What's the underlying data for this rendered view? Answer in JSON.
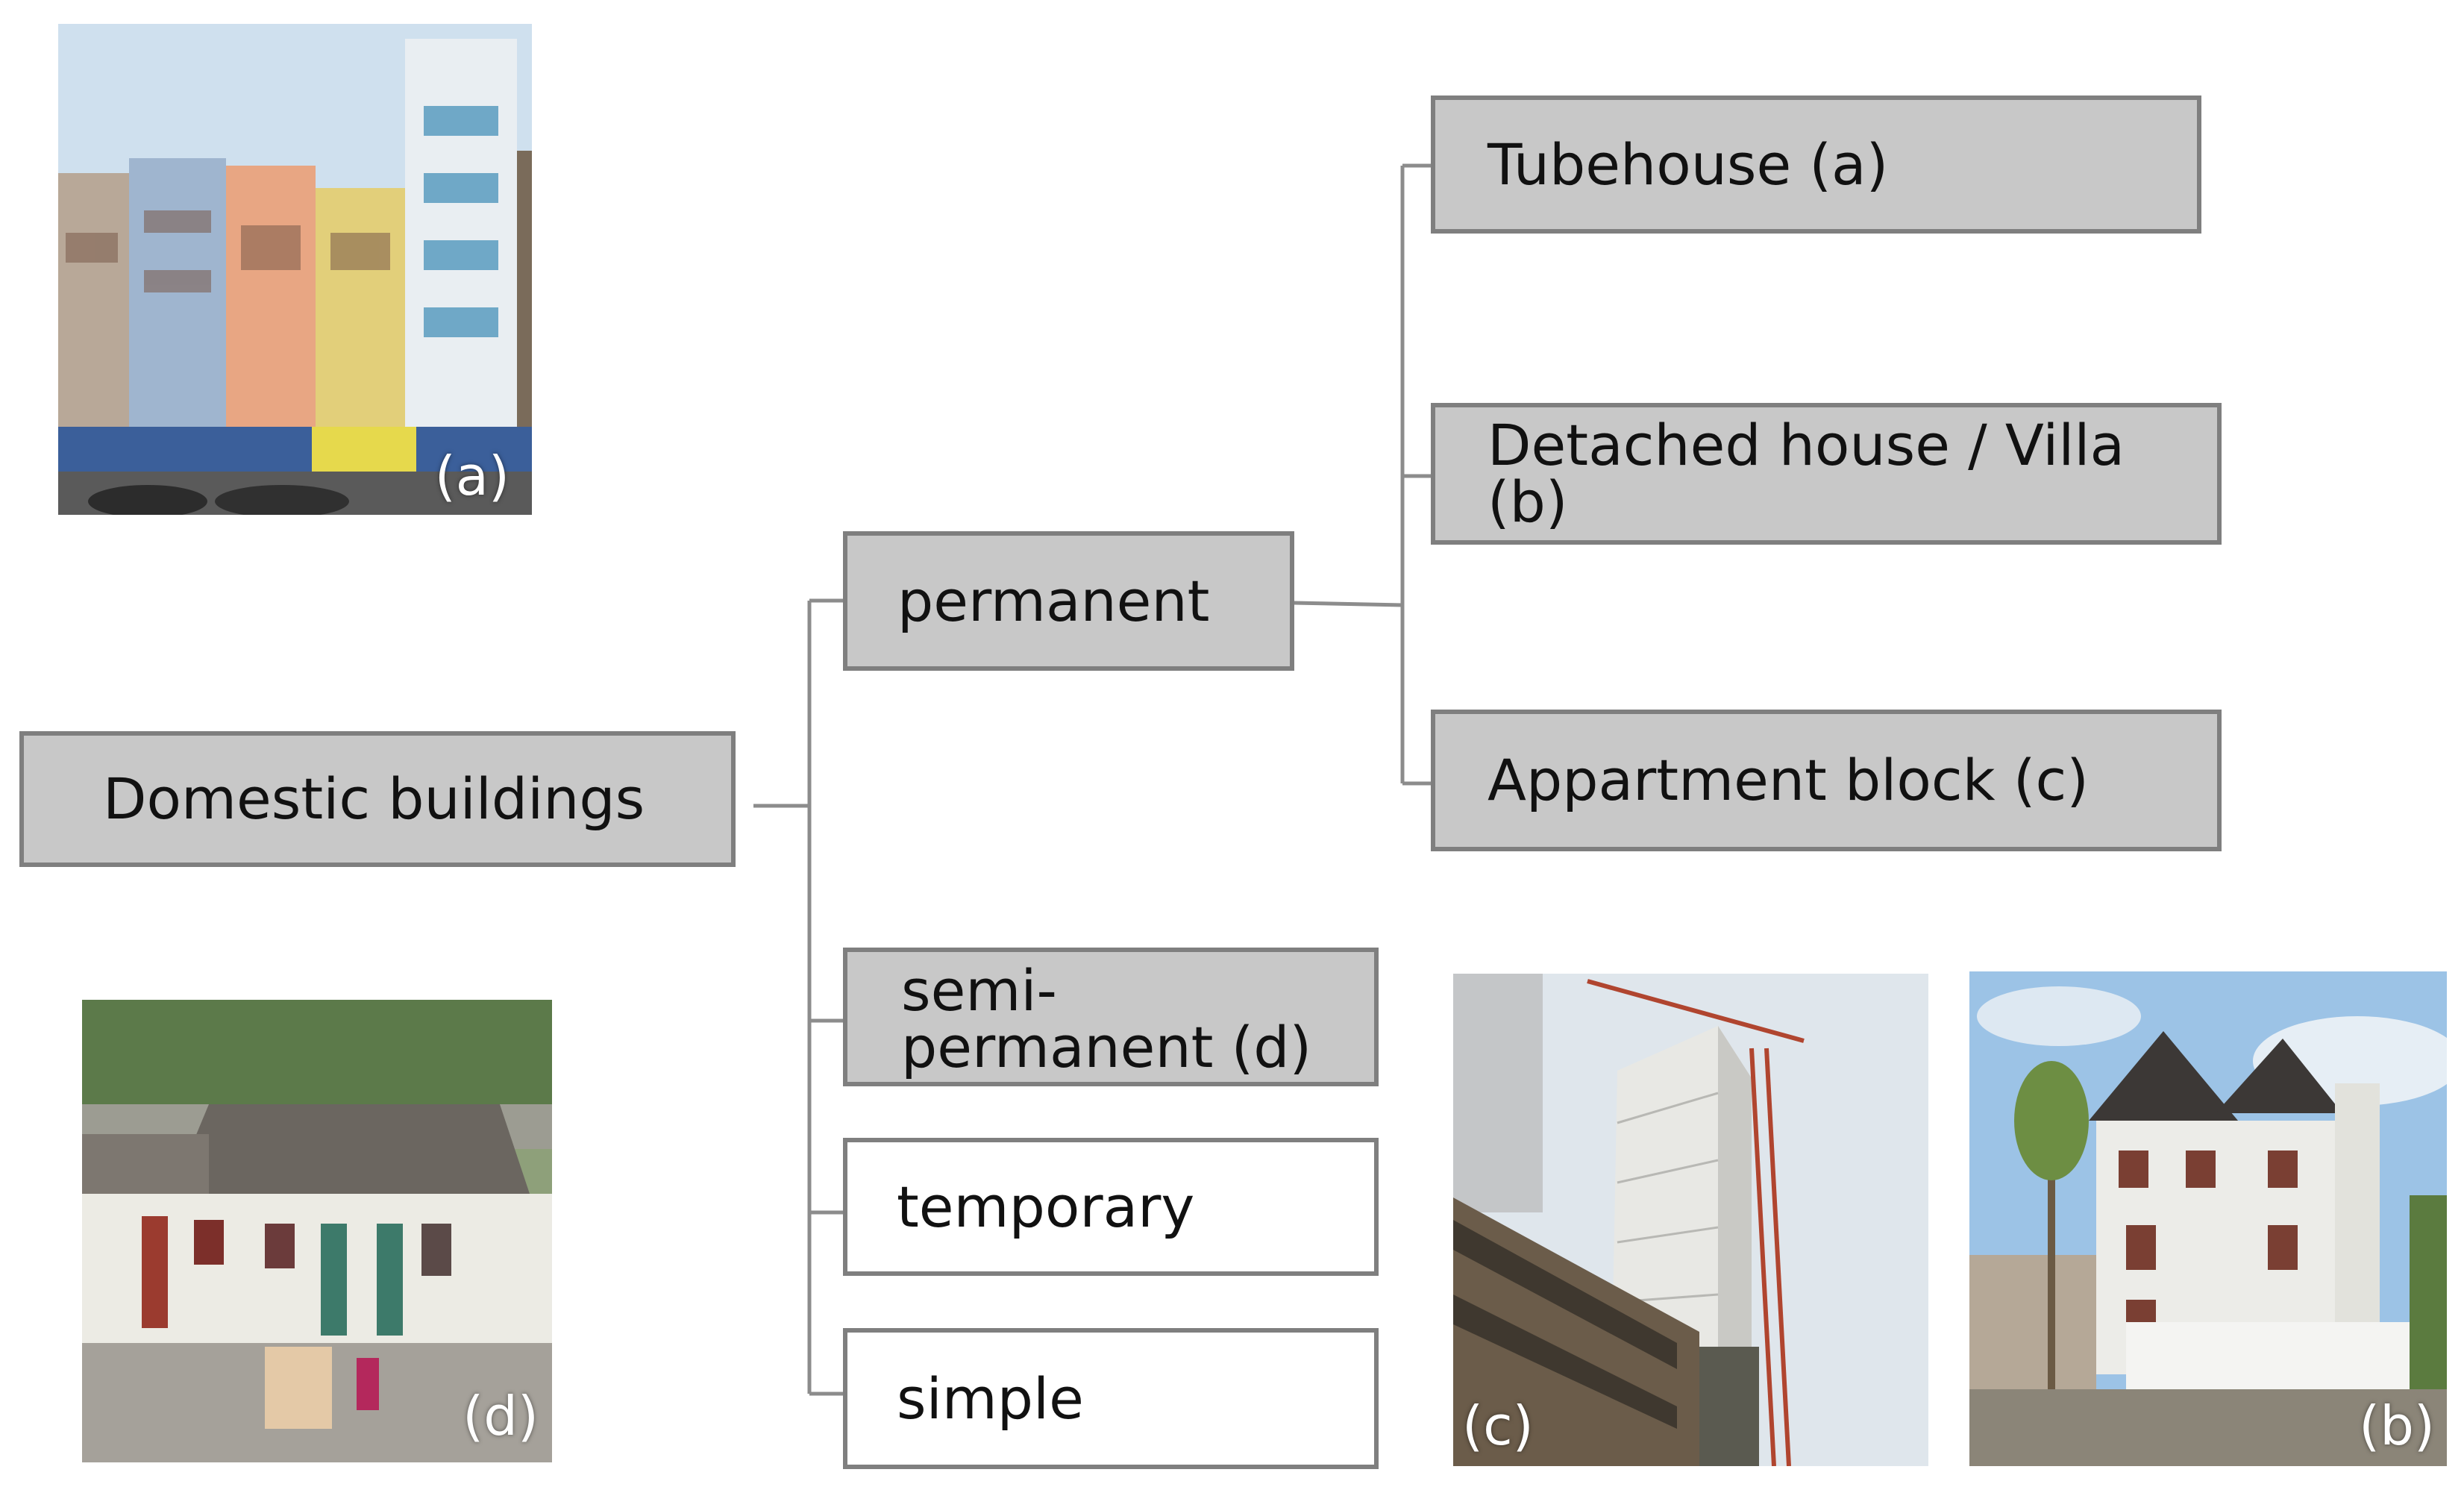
{
  "root": {
    "label": "Domestic buildings"
  },
  "categories": [
    {
      "label": "permanent",
      "filled": true
    },
    {
      "label": "semi-\npermanent (d)",
      "filled": true
    },
    {
      "label": "temporary",
      "filled": false
    },
    {
      "label": "simple",
      "filled": false
    }
  ],
  "subtypes": [
    {
      "label": "Tubehouse (a)"
    },
    {
      "label": "Detached house / Villa (b)"
    },
    {
      "label": "Appartment block (c)"
    }
  ],
  "photos": {
    "a": {
      "label": "(a)",
      "subject": "tube houses street facade"
    },
    "b": {
      "label": "(b)",
      "subject": "detached villa"
    },
    "c": {
      "label": "(c)",
      "subject": "apartment tower under construction"
    },
    "d": {
      "label": "(d)",
      "subject": "semi-permanent single-storey houses"
    }
  },
  "colors": {
    "box_fill": "#c8c8c8",
    "box_border": "#7f7f7f",
    "line": "#8c8c8c"
  }
}
